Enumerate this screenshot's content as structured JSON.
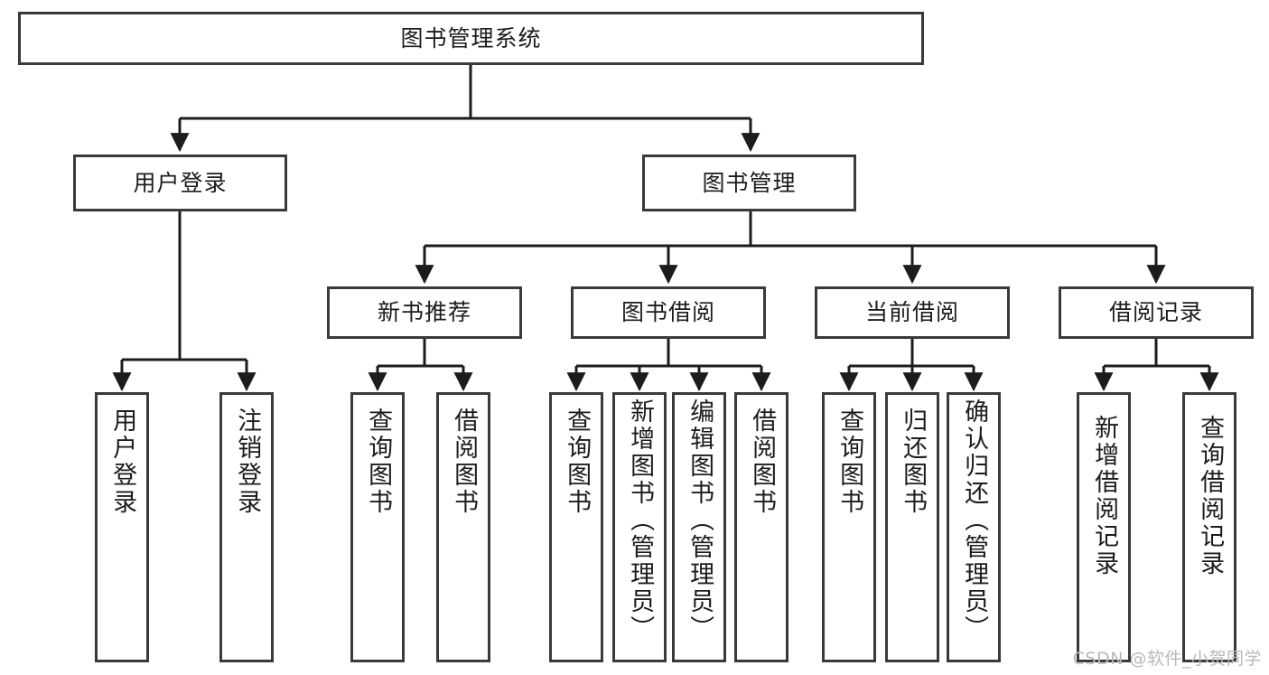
{
  "diagram": {
    "type": "tree-hierarchy-diagram",
    "title": "图书管理系统",
    "watermark": "CSDN @软件_小贺同学",
    "colors": {
      "box_border": "#3a3a3a",
      "box_fill": "#ffffff",
      "connector": "#1c1c1c",
      "text": "#1c1c1c",
      "watermark": "#b9b9b9",
      "background": "#ffffff"
    },
    "levels": {
      "root": {
        "label": "图书管理系统"
      },
      "level2": [
        {
          "label": "用户登录"
        },
        {
          "label": "图书管理"
        }
      ],
      "level3": [
        {
          "label": "新书推荐"
        },
        {
          "label": "图书借阅"
        },
        {
          "label": "当前借阅"
        },
        {
          "label": "借阅记录"
        }
      ],
      "leaves": {
        "user_login": [
          {
            "label": "用户登录"
          },
          {
            "label": "注销登录"
          }
        ],
        "new_book_recommend": [
          {
            "label": "查询图书"
          },
          {
            "label": "借阅图书"
          }
        ],
        "book_borrow": [
          {
            "label": "查询图书"
          },
          {
            "label": "新增图书（管理员）"
          },
          {
            "label": "编辑图书（管理员）"
          },
          {
            "label": "借阅图书"
          }
        ],
        "current_borrow": [
          {
            "label": "查询图书"
          },
          {
            "label": "归还图书"
          },
          {
            "label": "确认归还（管理员）"
          }
        ],
        "borrow_record": [
          {
            "label": "新增借阅记录"
          },
          {
            "label": "查询借阅记录"
          }
        ]
      }
    }
  }
}
